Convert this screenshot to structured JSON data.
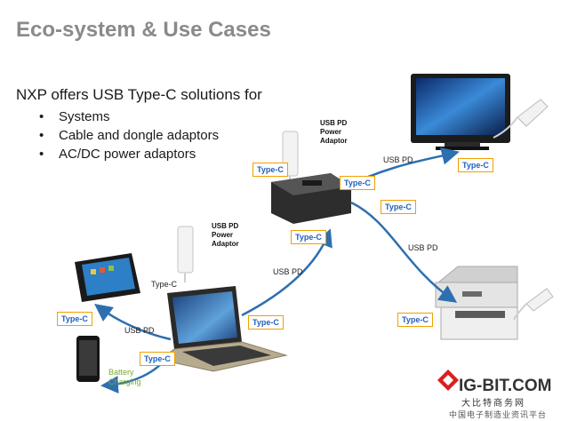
{
  "title": "Eco-system & Use Cases",
  "intro": "NXP offers USB Type-C solutions for",
  "bullets": [
    "Systems",
    "Cable and dongle adaptors",
    "AC/DC power adaptors"
  ],
  "labels": {
    "type_c": "Type-C",
    "usb_pd": "USB PD",
    "pd_adaptor_line1": "USB PD",
    "pd_adaptor_line2": "Power",
    "pd_adaptor_line3": "Adaptor",
    "battery_line1": "Battery",
    "battery_line2": "Charging"
  },
  "watermark": {
    "brand": "IG-BIT.COM",
    "chinese": "大比特商务网",
    "footer": "中国电子制造业资讯平台"
  },
  "colors": {
    "arrow": "#2e6fb0",
    "type_c_text": "#1f5fbf",
    "type_c_border": "#f0a000",
    "title": "#8a8a8a",
    "battery": "#7aa832",
    "logo_red": "#d92020"
  }
}
